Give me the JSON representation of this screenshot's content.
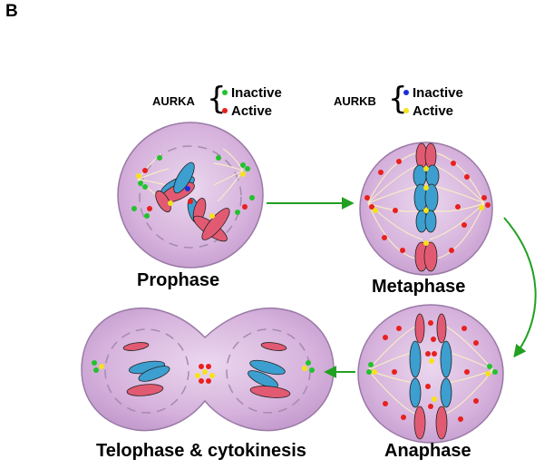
{
  "panel_label": "B",
  "legend": [
    {
      "kinase": "AURKA",
      "states": [
        {
          "label": "Inactive",
          "color": "#22c22e"
        },
        {
          "label": "Active",
          "color": "#e8201e"
        }
      ]
    },
    {
      "kinase": "AURKB",
      "states": [
        {
          "label": "Inactive",
          "color": "#1a2ee0"
        },
        {
          "label": "Active",
          "color": "#f5e21a"
        }
      ]
    }
  ],
  "stages": {
    "prophase": "Prophase",
    "metaphase": "Metaphase",
    "anaphase": "Anaphase",
    "telophase": "Telophase & cytokinesis"
  },
  "colors": {
    "cell_fill": "#d6b2dc",
    "cell_edge": "#9a7aa6",
    "chromatid_blue": "#3c9fcf",
    "chromatid_red": "#e25a72",
    "arrow": "#22a022",
    "spindle": "#f5e9c2"
  }
}
